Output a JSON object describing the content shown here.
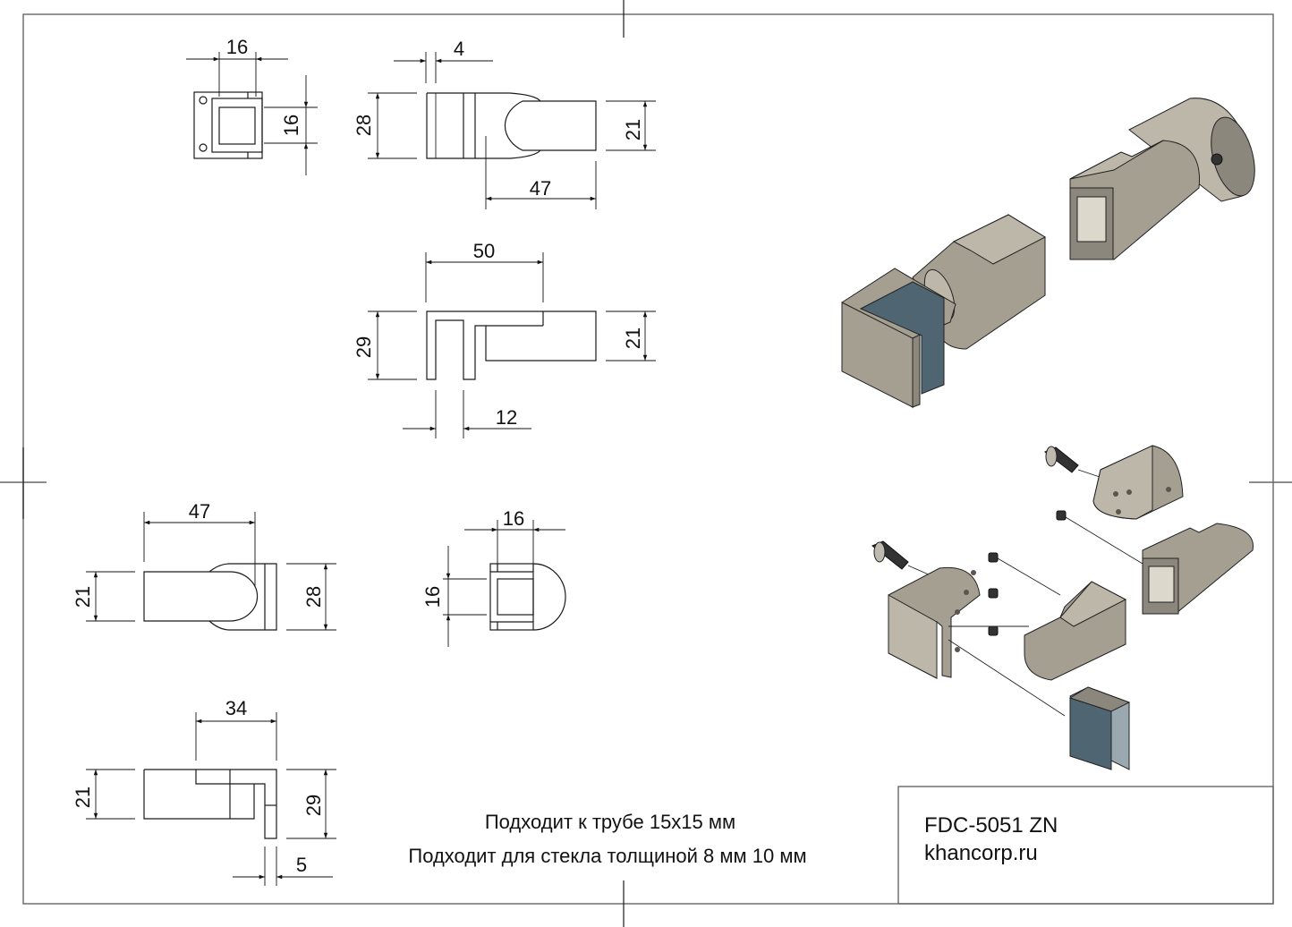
{
  "drawing": {
    "views": {
      "front_small": {
        "width_label": "16",
        "height_label": "16"
      },
      "side_top": {
        "gap_label": "4",
        "height_left_label": "28",
        "height_right_label": "21",
        "length_label": "47"
      },
      "section_top": {
        "length_label": "50",
        "height_left_label": "29",
        "height_right_label": "21",
        "slot_label": "12"
      },
      "side_bottom": {
        "length_label": "47",
        "height_left_label": "21",
        "height_right_label": "28"
      },
      "end_bottom": {
        "width_label": "16",
        "height_label": "16"
      },
      "section_bottom": {
        "length_label": "34",
        "height_left_label": "21",
        "height_right_label": "29",
        "thickness_label": "5"
      }
    },
    "notes": {
      "line1": "Подходит к трубе 15x15 мм",
      "line2": "Подходит для стекла толщиной 8 мм 10 мм"
    },
    "title_block": {
      "part_number": "FDC-5051 ZN",
      "website": "khancorp.ru"
    },
    "colors": {
      "metal": "#a59f92",
      "glass": "#4f6672",
      "line": "#1a1a1a"
    }
  }
}
